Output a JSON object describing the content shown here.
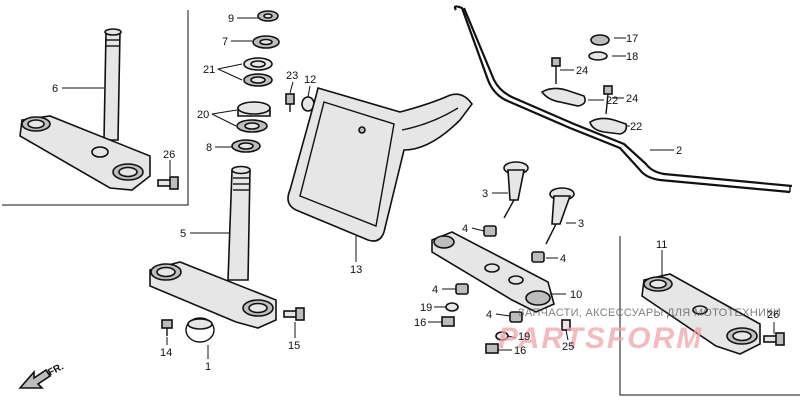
{
  "diagram": {
    "callouts": {
      "c1": "1",
      "c2": "2",
      "c3a": "3",
      "c3b": "3",
      "c4a": "4",
      "c4b": "4",
      "c4c": "4",
      "c4d": "4",
      "c5": "5",
      "c6": "6",
      "c7": "7",
      "c8": "8",
      "c9": "9",
      "c10": "10",
      "c11": "11",
      "c12": "12",
      "c13": "13",
      "c14": "14",
      "c15": "15",
      "c16a": "16",
      "c16b": "16",
      "c17": "17",
      "c18": "18",
      "c19a": "19",
      "c19b": "19",
      "c20": "20",
      "c21": "21",
      "c22a": "22",
      "c22b": "22",
      "c23": "23",
      "c24a": "24",
      "c24b": "24",
      "c25": "25",
      "c26a": "26",
      "c26b": "26"
    },
    "direction_label": "FR.",
    "watermark": {
      "caption": "ЗАПЧАСТИ, АКСЕССУАРЫ ДЛЯ МОТОТЕХНИКИ",
      "logo": "PARTSFORM"
    },
    "colors": {
      "line": "#111111",
      "part_fill": "#e6e6e6",
      "watermark_logo": "#f2a4ac"
    }
  }
}
